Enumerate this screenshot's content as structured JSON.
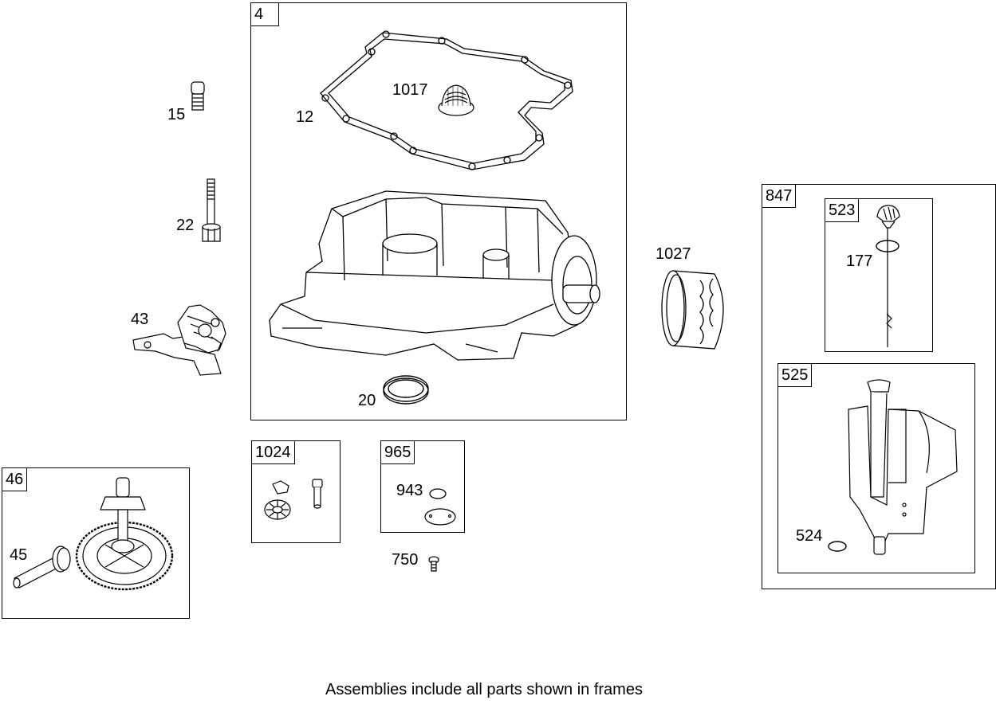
{
  "frames": {
    "f4": "4",
    "f847": "847",
    "f523": "523",
    "f525": "525",
    "f46": "46",
    "f1024": "1024",
    "f965": "965"
  },
  "parts": {
    "p15": "15",
    "p22": "22",
    "p43": "43",
    "p12": "12",
    "p1017": "1017",
    "p20": "20",
    "p1027": "1027",
    "p177": "177",
    "p524": "524",
    "p45": "45",
    "p943": "943",
    "p750": "750"
  },
  "footer": "Assemblies include all parts shown in frames"
}
